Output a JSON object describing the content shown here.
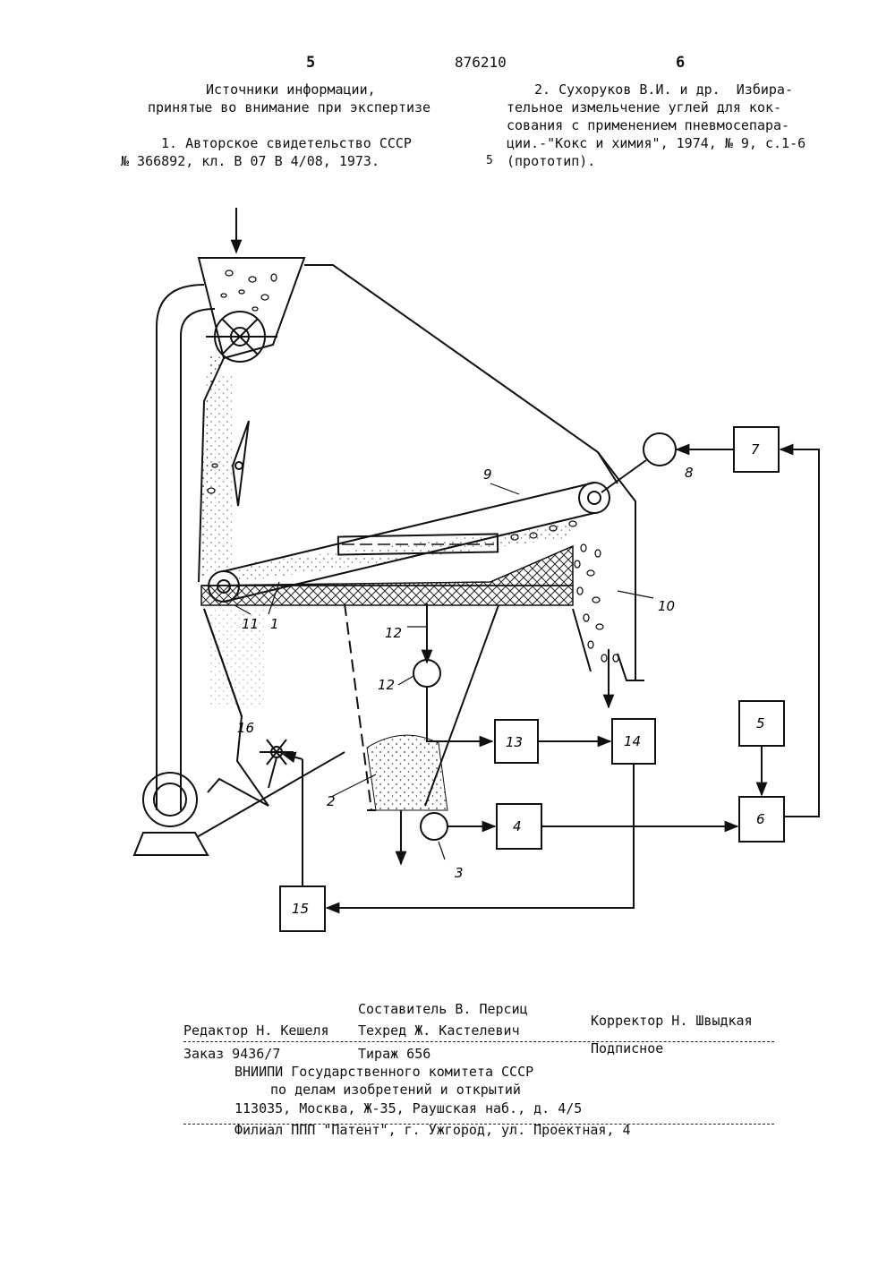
{
  "header": {
    "page_left": "5",
    "patent_number": "876210",
    "page_right": "6"
  },
  "left_column": {
    "sources_title_1": "Источники информации,",
    "sources_title_2": "принятые во внимание при экспертизе",
    "ref1_line1": "1. Авторское свидетельство СССР",
    "ref1_line2": "№ 366892, кл. B 07 B 4/08, 1973."
  },
  "right_column": {
    "ref2_line1": "2. Сухоруков В.И. и др.  Избира-",
    "ref2_line2": "тельное измельчение углей для кок-",
    "ref2_line3": "сования с применением пневмосепара-",
    "ref2_line4": "ции.-\"Кокс и химия\", 1974, № 9, с.1-6",
    "ref2_line5": "(прототип).",
    "line_marker": "5"
  },
  "diagram": {
    "blocks": [
      "4",
      "5",
      "6",
      "7",
      "13",
      "14",
      "15"
    ],
    "labels": [
      "1",
      "2",
      "3",
      "8",
      "9",
      "10",
      "11",
      "12",
      "12",
      "16"
    ]
  },
  "footer": {
    "compiler": "Составитель В. Персиц",
    "editor": "Редактор Н. Кешеля",
    "techred": "Техред Ж. Кастелевич",
    "corrector": "Корректор Н. Швыдкая",
    "order": "Заказ 9436/7",
    "circulation": "Тираж 656",
    "subscription": "Подписное",
    "org_line1": "ВНИИПИ Государственного комитета СССР",
    "org_line2": "по делам изобретений и открытий",
    "org_line3": "113035, Москва, Ж-35, Раушская наб., д. 4/5",
    "branch": "Филиал ППП \"Патент\", г. Ужгород, ул. Проектная, 4"
  }
}
